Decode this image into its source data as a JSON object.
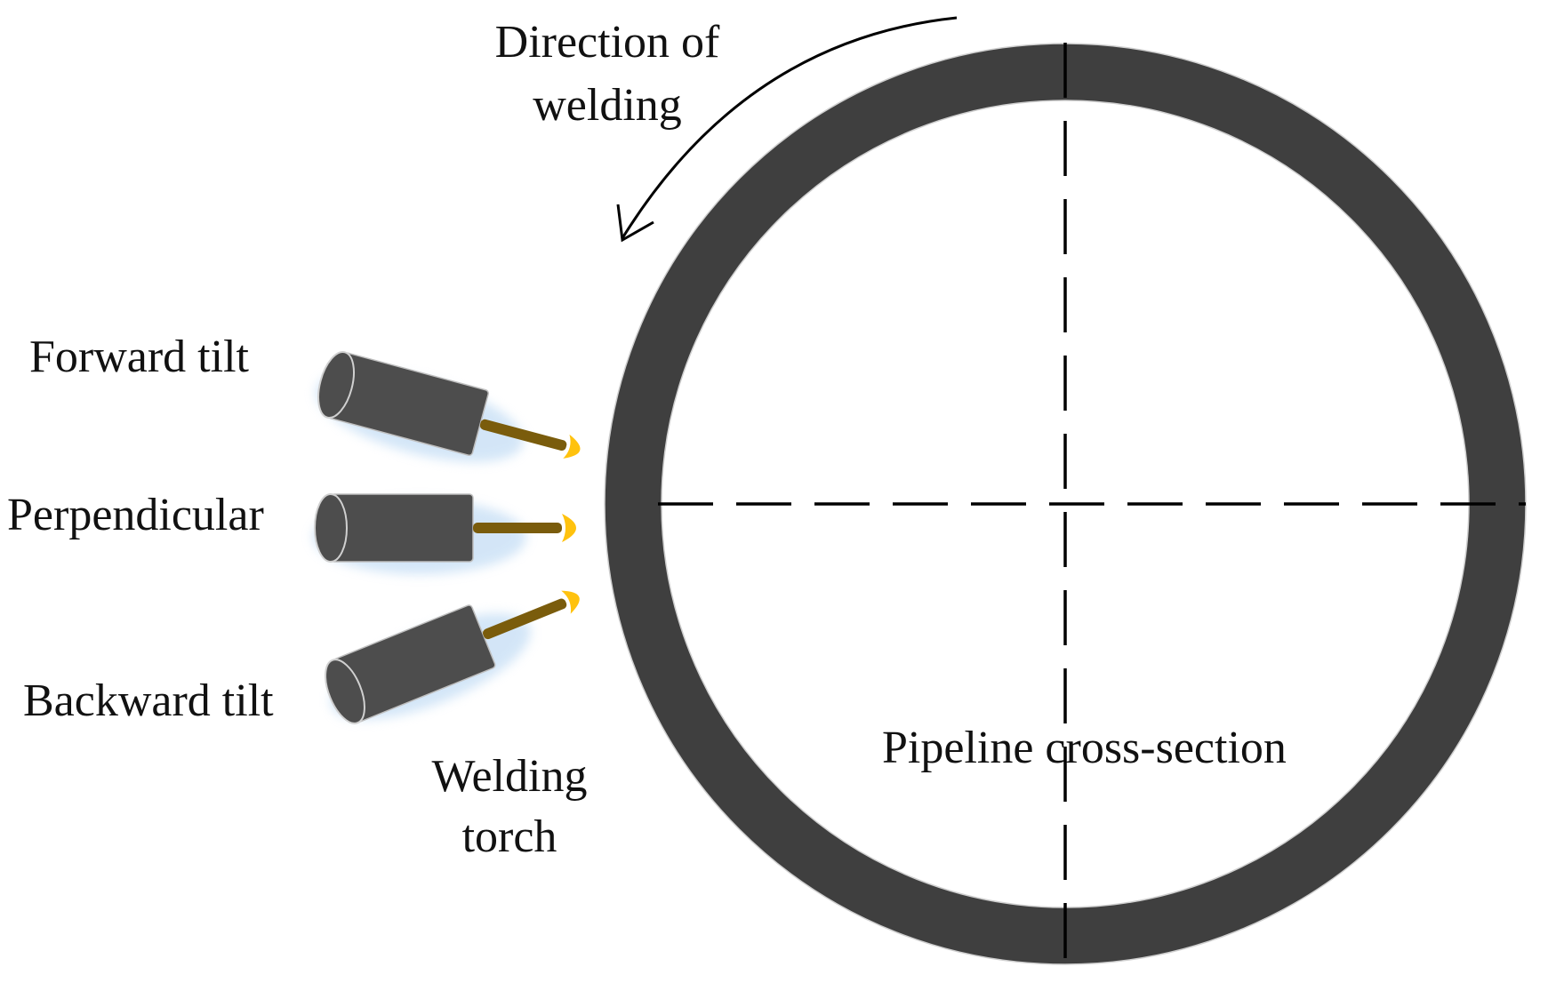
{
  "labels": {
    "direction_line1": "Direction of",
    "direction_line2": "welding",
    "forward_tilt": "Forward tilt",
    "perpendicular": "Perpendicular",
    "backward_tilt": "Backward tilt",
    "torch_line1": "Welding",
    "torch_line2": "torch",
    "pipeline": "Pipeline cross-section"
  },
  "colors": {
    "pipe_wall": "#3f3f3f",
    "torch_body": "#4d4d4d",
    "nozzle": "#7a5c0c",
    "flame": "#ffc20e",
    "glow": "#a8cdf0"
  }
}
